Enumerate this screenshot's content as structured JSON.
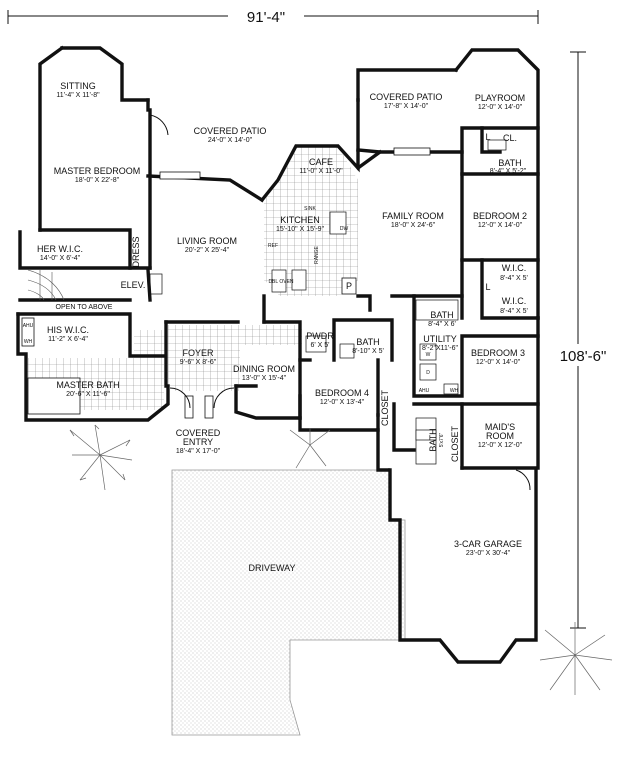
{
  "overall": {
    "width": "91'-4\"",
    "depth": "108'-6\""
  },
  "rooms": [
    {
      "name": "SITTING",
      "dims": "11'-4\" X 11'-8\""
    },
    {
      "name": "COVERED PATIO",
      "dims": "17'-8\" X 14'-0\""
    },
    {
      "name": "PLAYROOM",
      "dims": "12'-0\" X 14'-0\""
    },
    {
      "name": "COVERED PATIO",
      "dims": "24'-0\" X 14'-0\""
    },
    {
      "name": "MASTER BEDROOM",
      "dims": "18'-0\" X 22'-8\""
    },
    {
      "name": "CAFE",
      "dims": "11'-0\" X 11'-0\""
    },
    {
      "name": "BATH",
      "dims": "8'-4\" X 5'-2\""
    },
    {
      "name": "FAMILY ROOM",
      "dims": "18'-0\" X 24'-6\""
    },
    {
      "name": "BEDROOM 2",
      "dims": "12'-0\" X 14'-0\""
    },
    {
      "name": "KITCHEN",
      "dims": "15'-10\" X 15'-9\""
    },
    {
      "name": "LIVING ROOM",
      "dims": "20'-2\" X 25'-4\""
    },
    {
      "name": "HER W.I.C.",
      "dims": "14'-0\" X 6'-4\""
    },
    {
      "name": "W.I.C.",
      "dims": "8'-4\" X 5'"
    },
    {
      "name": "W.I.C.",
      "dims": "8'-4\" X 5'"
    },
    {
      "name": "HIS W.I.C.",
      "dims": "11'-2\" X 6'-4\""
    },
    {
      "name": "BATH",
      "dims": "8'-4\" X 6'"
    },
    {
      "name": "PWDR",
      "dims": "6' X 5'"
    },
    {
      "name": "BATH",
      "dims": "8'-10\" X 5'"
    },
    {
      "name": "UTILITY",
      "dims": "8'-2\"X11'-6\""
    },
    {
      "name": "FOYER",
      "dims": "9'-6\" X 8'-6\""
    },
    {
      "name": "BEDROOM 3",
      "dims": "12'-0\" X 14'-0\""
    },
    {
      "name": "DINING ROOM",
      "dims": "13'-0\" X 15'-4\""
    },
    {
      "name": "MASTER BATH",
      "dims": "20'-6\" X 11'-6\""
    },
    {
      "name": "BEDROOM 4",
      "dims": "12'-0\" X 13'-4\""
    },
    {
      "name": "MAID'S",
      "dims": "ROOM"
    },
    {
      "name": "COVERED",
      "dims": "ENTRY"
    },
    {
      "name": "3-CAR GARAGE",
      "dims": "23'-0\" X 30'-4\""
    }
  ],
  "extra_dims": {
    "maids_room": "12'-0\" X 12'-0\"",
    "covered_entry": "18'-4\" X 17'-0\""
  },
  "labels": {
    "dress": "DRESS",
    "elev": "ELEV.",
    "open_to_above": "OPEN TO ABOVE",
    "cl": "CL.",
    "l1": "L",
    "l2": "L",
    "closet1": "CLOSET",
    "closet2": "CLOSET",
    "bath_vertical": "BATH",
    "bath_vertical_dims": "5'x7'6\"",
    "driveway": "DRIVEWAY",
    "p": "P",
    "ahu1": "AHU",
    "ahu2": "AHU",
    "wh1": "WH",
    "wh2": "WH",
    "ref": "REF",
    "sink": "SINK",
    "dw": "DW",
    "range": "RANGE",
    "dbl_oven": "DBL OVEN",
    "w": "W",
    "d": "D"
  }
}
